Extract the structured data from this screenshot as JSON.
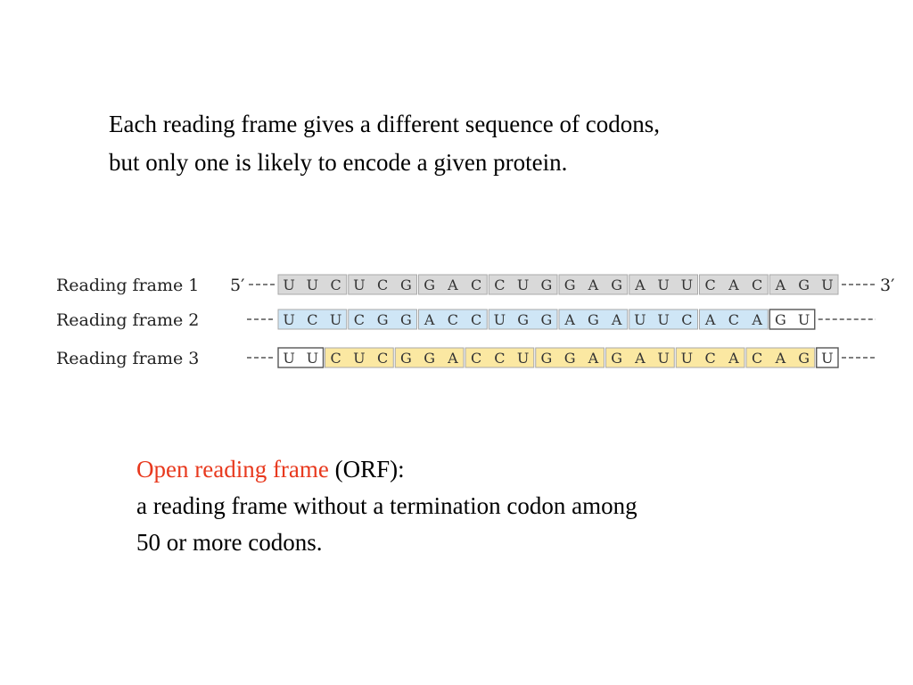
{
  "intro": {
    "line1": "Each reading frame gives a different sequence of codons,",
    "line2": "but only one is likely to encode a given protein."
  },
  "sequence": {
    "five_prime": "5′",
    "three_prime": "3′",
    "frames": [
      {
        "label": "Reading frame 1",
        "codons": [
          "UUC",
          "UCG",
          "GAC",
          "CUG",
          "GAG",
          "AUU",
          "CAC",
          "AGU"
        ],
        "color": "#d9d9d9"
      },
      {
        "label": "Reading frame 2",
        "codons": [
          "UCU",
          "CGG",
          "ACC",
          "UGG",
          "AGA",
          "UUC",
          "ACA",
          "GU"
        ],
        "color": "#cfe6f6"
      },
      {
        "label": "Reading frame 3",
        "codons": [
          "UU",
          "CUC",
          "GGA",
          "CCU",
          "GGA",
          "GAU",
          "UCA",
          "CAG",
          "U"
        ],
        "color": "#fbe8a2"
      }
    ]
  },
  "orf": {
    "term": "Open reading frame",
    "abbr": " (ORF):",
    "line2": "a reading frame without a termination codon among",
    "line3": "50 or more codons."
  }
}
